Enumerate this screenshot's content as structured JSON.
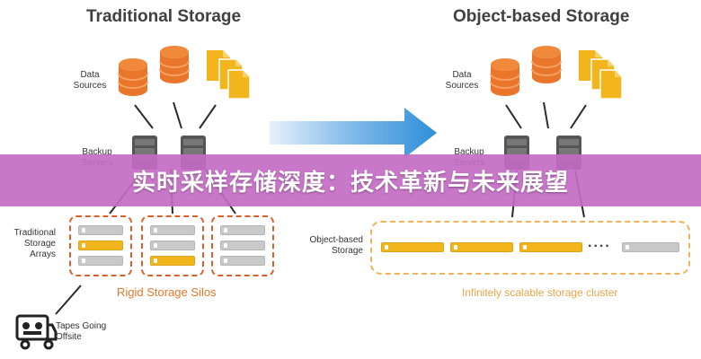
{
  "left": {
    "title": "Traditional Storage",
    "data_sources_label": "Data\nSources",
    "backup_servers_label": "Backup\nServers",
    "arrays_label": "Traditional\nStorage\nArrays",
    "silos_caption": "Rigid Storage Silos",
    "tapes_label": "Tapes Going\nOffsite"
  },
  "right": {
    "title": "Object-based Storage",
    "data_sources_label": "Data\nSources",
    "backup_servers_label": "Backup\nServers",
    "object_storage_label": "Object-based\nStorage",
    "cluster_caption": "Infinitely scalable storage cluster",
    "dots": "...."
  },
  "banner": {
    "text": "实时采样存储深度：技术革新与未来展望",
    "color": "#c46bc4"
  },
  "colors": {
    "orange": "#e9762b",
    "silo_border": "#d9602a",
    "cluster_border": "#efb45a",
    "yellow_drive": "#f2b61c",
    "gray_drive": "#c9c9c9",
    "arrow": "#2f8fd8"
  },
  "icons": [
    "database-icon",
    "document-icon",
    "server-icon",
    "tape-truck-icon",
    "arrow-right-icon"
  ]
}
